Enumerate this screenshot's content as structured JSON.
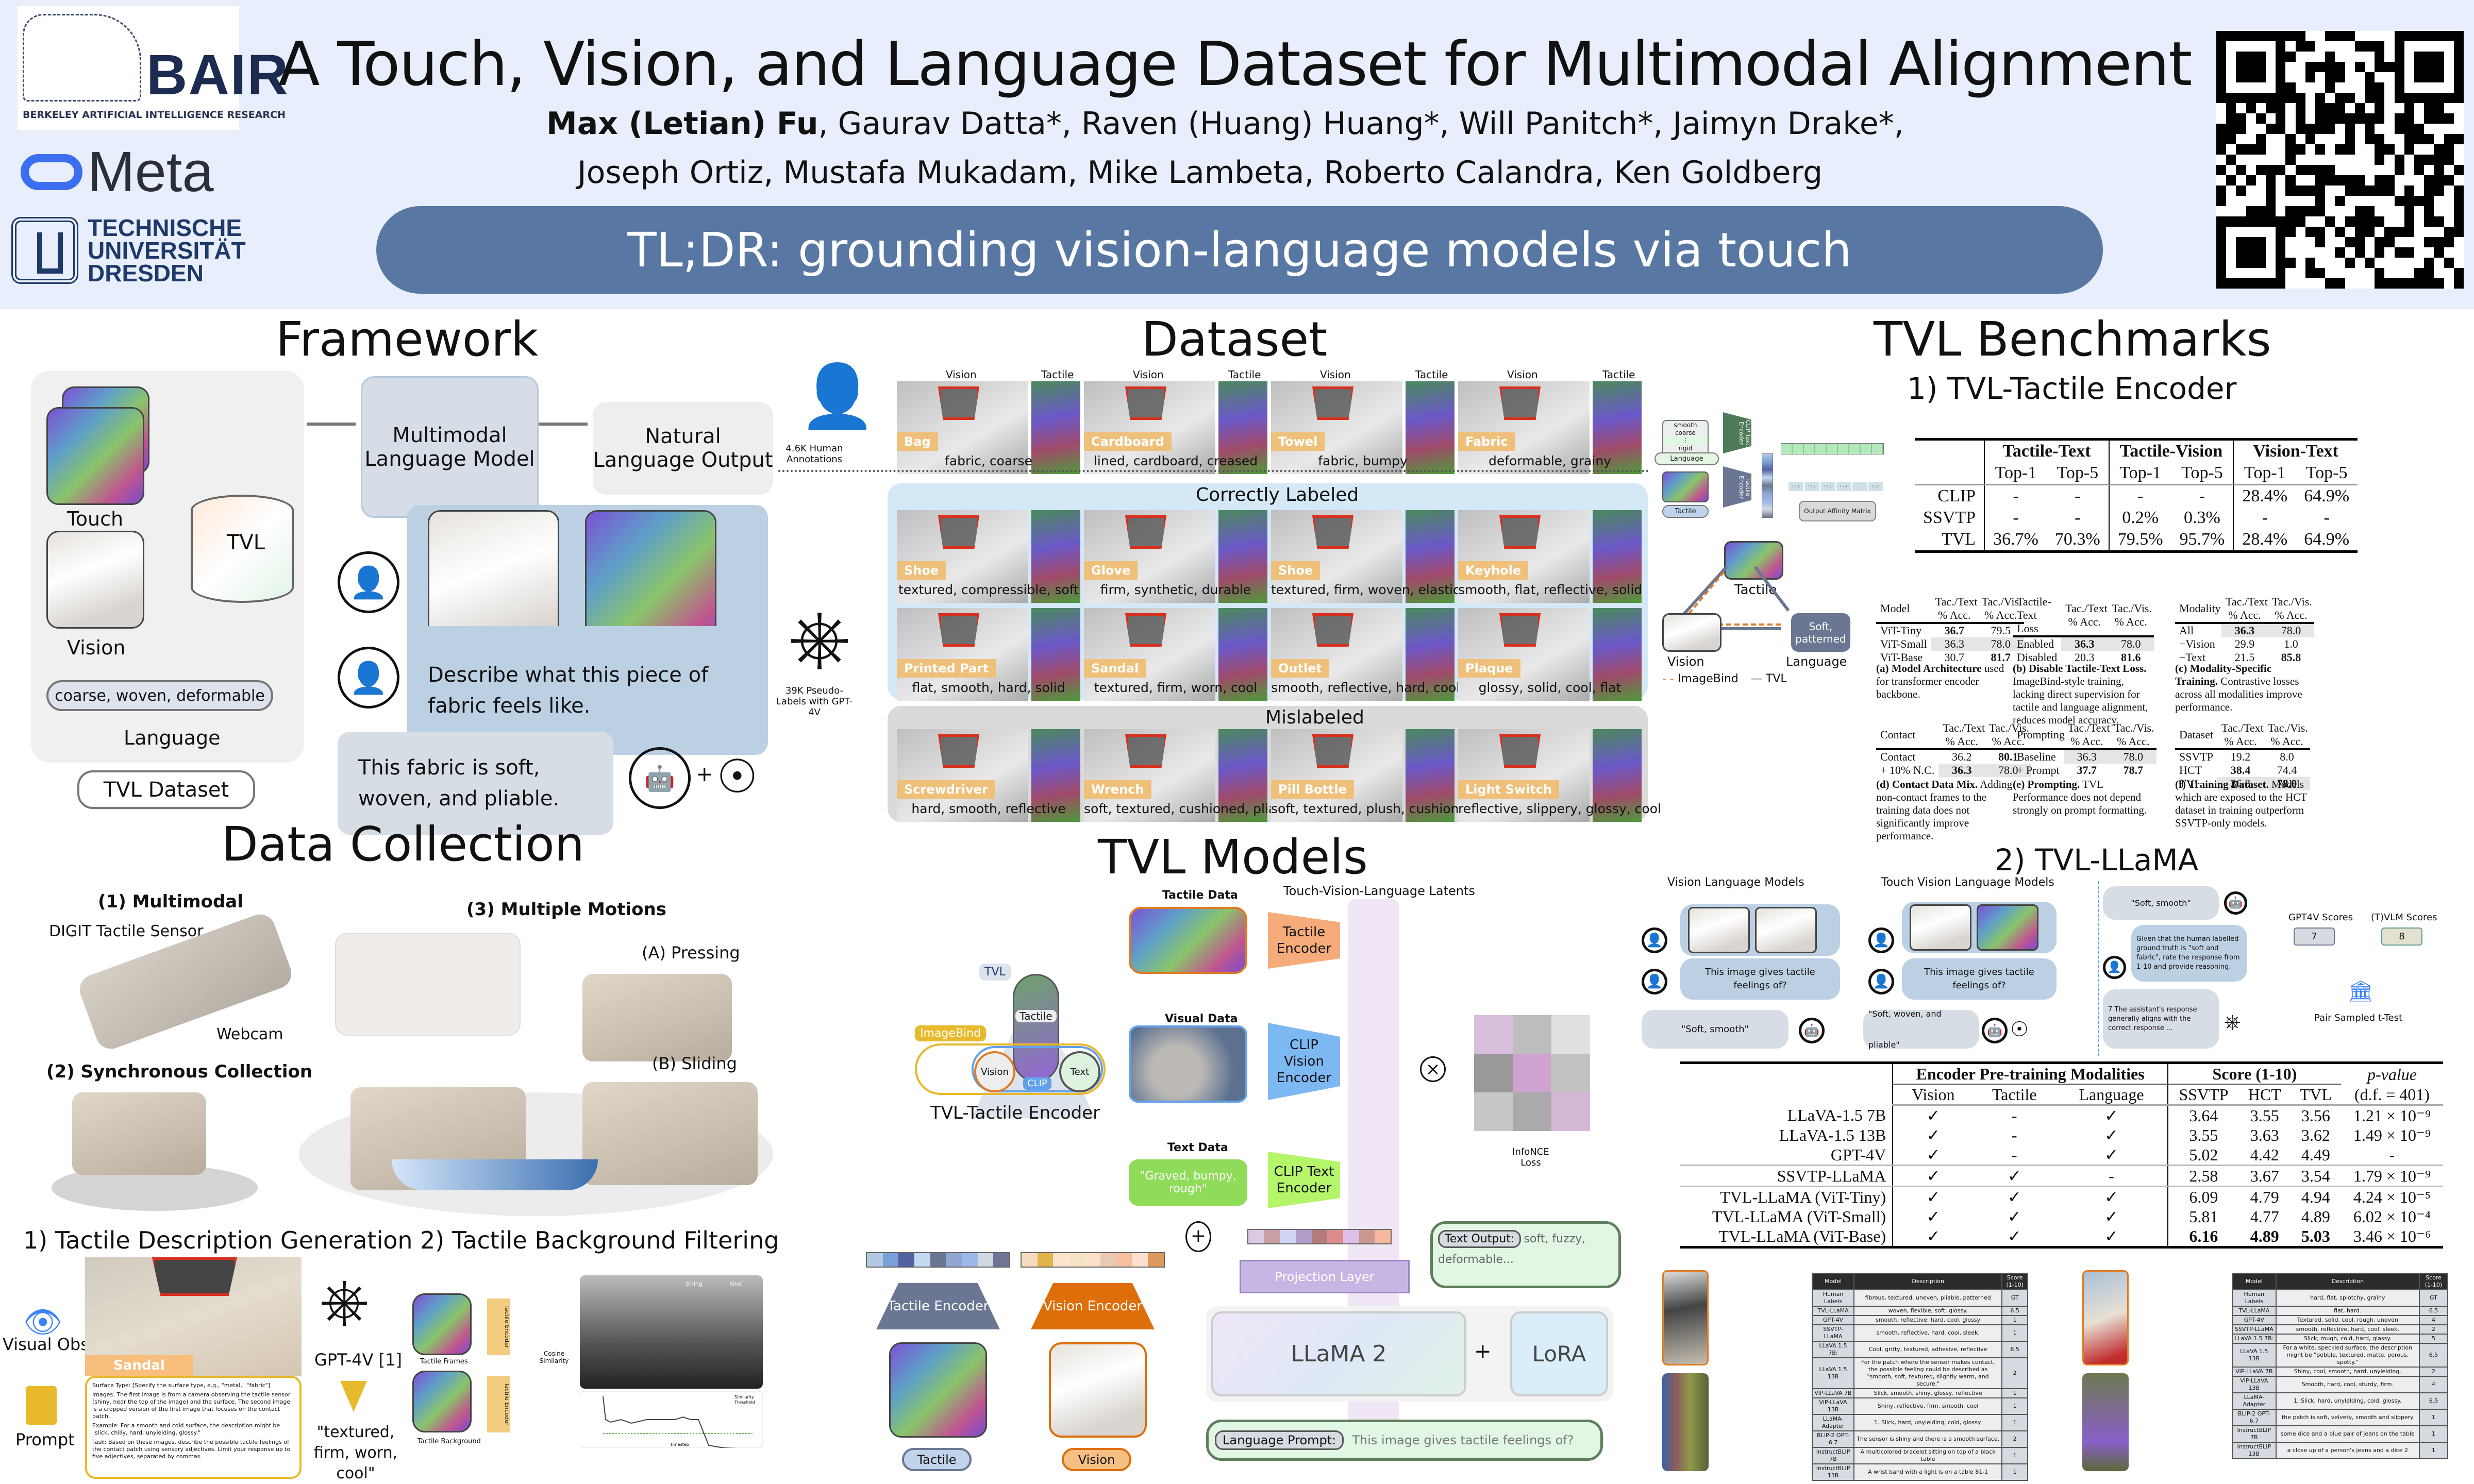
{
  "header": {
    "logos": {
      "bair": "BAIR",
      "bair_sub": "BERKELEY ARTIFICIAL INTELLIGENCE RESEARCH",
      "meta": "Meta",
      "tud": [
        "TECHNISCHE",
        "UNIVERSITÄT",
        "DRESDEN"
      ]
    },
    "title": "A Touch, Vision, and Language Dataset for Multimodal Alignment",
    "first_author": "Max (Letian) Fu",
    "authors_line1_rest": ", Gaurav Datta*, Raven (Huang) Huang*, Will Panitch*, Jaimyn Drake*,",
    "authors_line2": "Joseph Ortiz, Mustafa Mukadam, Mike Lambeta, Roberto Calandra, Ken Goldberg",
    "tldr": "TL;DR: grounding vision-language models via touch"
  },
  "framework": {
    "title": "Framework",
    "touch": "Touch",
    "vision": "Vision",
    "language": "Language",
    "language_tags": "coarse, woven, deformable",
    "db_label": "TVL",
    "dataset_button": "TVL Dataset",
    "mlm": "Multimodal Language Model",
    "output": "Natural Language Output",
    "user_prompt": "Describe what this piece of fabric feels like.",
    "model_reply": "This fabric is soft, woven, and pliable.",
    "plus": "+"
  },
  "collection": {
    "title": "Data Collection",
    "multimodal": "(1) Multimodal",
    "digit": "DIGIT Tactile Sensor",
    "webcam": "Webcam",
    "synchronous": "(2) Synchronous Collection",
    "motions": "(3) Multiple Motions",
    "pressing": "(A) Pressing",
    "sliding": "(B) Sliding",
    "gen_title": "1) Tactile Description Generation",
    "filter_title": "2) Tactile Background Filtering",
    "visual_obs": "Visual Obs",
    "prompt_label": "Prompt",
    "sandal": "Sandal",
    "gpt_label": "GPT-4V [1]",
    "gpt_output": "\"textured, firm, worn, cool\"",
    "prompt_text": [
      "Surface Type: [Specify the surface type, e.g., \"metal,\" \"fabric\"]",
      "Images: The first image is from a camera observing the tactile sensor (shiny, near the top of the image) and the surface. The second image is a cropped version of the first image that focuses on the contact patch.",
      "Example: For a smooth and cold surface, the description might be \"slick, chilly, hard, unyielding, glossy.\"",
      "Task: Based on these images, describe the possible tactile feelings of the contact patch using sensory adjectives. Limit your response up to five adjectives, separated by commas."
    ],
    "tactile_frames": "Tactile Frames",
    "tactile_background": "Tactile Background",
    "tactile_encoder": "Tactile Encoder",
    "cosine": "Cosine Similarity",
    "string": "String",
    "knot": "Knot",
    "plot_legend": [
      "Similarity",
      "Threshold"
    ],
    "plot_xlabel": "Timestep",
    "plot_ylabel": "Similarity"
  },
  "dataset": {
    "title": "Dataset",
    "human": "4.6K Human Annotations",
    "pseudo": "39K Pseudo-Labels with GPT-4V",
    "vision": "Vision",
    "tactile": "Tactile",
    "human_items": [
      {
        "obj": "Bag",
        "caption": "fabric, coarse"
      },
      {
        "obj": "Cardboard",
        "caption": "lined, cardboard, creased"
      },
      {
        "obj": "Towel",
        "caption": "fabric, bumpy"
      },
      {
        "obj": "Fabric",
        "caption": "deformable, grainy"
      }
    ],
    "correct_title": "Correctly Labeled",
    "correct_items": [
      {
        "obj": "Shoe",
        "caption": "textured, compressible, soft"
      },
      {
        "obj": "Glove",
        "caption": "firm, synthetic, durable"
      },
      {
        "obj": "Shoe",
        "caption": "textured, firm, woven, elastic, ridged"
      },
      {
        "obj": "Keyhole",
        "caption": "smooth, flat, reflective, solid"
      },
      {
        "obj": "Printed Part",
        "caption": "flat, smooth, hard, solid"
      },
      {
        "obj": "Sandal",
        "caption": "textured, firm, worn, cool"
      },
      {
        "obj": "Outlet",
        "caption": "smooth, reflective, hard, cool"
      },
      {
        "obj": "Plaque",
        "caption": "glossy, solid, cool, flat"
      }
    ],
    "mis_title": "Mislabeled",
    "mis_items": [
      {
        "obj": "Screwdriver",
        "caption": "hard, smooth, reflective"
      },
      {
        "obj": "Wrench",
        "caption": "soft, textured, cushioned, pliable"
      },
      {
        "obj": "Pill Bottle",
        "caption": "soft, textured, plush, cushioned"
      },
      {
        "obj": "Light Switch",
        "caption": "reflective, slippery, glossy, cool"
      }
    ]
  },
  "models": {
    "title": "TVL Models",
    "latents": "Touch-Vision-Language Latents",
    "tactile_data": "Tactile Data",
    "visual_data": "Visual Data",
    "text_data": "Text Data",
    "text_sample": "\"Graved, bumpy, rough\"",
    "tactile_encoder": "Tactile Encoder",
    "clip_vision": "CLIP Vision Encoder",
    "clip_text": "CLIP Text Encoder",
    "infonce": "InfoNCE Loss",
    "tvl_tag": "TVL",
    "imagebind_tag": "ImageBind",
    "clip_tag": "CLIP",
    "node_tactile": "Tactile",
    "node_vision": "Vision",
    "node_text": "Text",
    "enc_caption": "TVL-Tactile Encoder",
    "llm_tactile_enc": "Tactile Encoder",
    "llm_vision_enc": "Vision Encoder",
    "projection": "Projection Layer",
    "llama": "LLaMA 2",
    "lora": "LoRA",
    "text_output_label": "Text Output:",
    "text_output_value": "soft, fuzzy, deformable...",
    "prompt_label": "Language Prompt:",
    "prompt_value": "This image gives tactile feelings of?",
    "input_tactile": "Tactile",
    "input_vision": "Vision"
  },
  "benchmarks": {
    "title": "TVL Benchmarks",
    "sub1": "1) TVL-Tactile Encoder",
    "diagram": {
      "words": [
        "smooth",
        "coarse",
        "rigid"
      ],
      "clip_text": "CLIP Text Encoder",
      "tactile_enc": "Tactile Encoder",
      "language": "Language",
      "tactile": "Tactile",
      "affinity": "Output Affinity Matrix",
      "tl_cells": [
        "T·L1",
        "T·L2",
        "T·L3",
        "T·L4",
        "...",
        "T·Ln"
      ],
      "tri_tactile": "Tactile",
      "tri_vision": "Vision",
      "tri_language": "Language",
      "tri_text": "Soft, patterned",
      "legend_imagebind": "ImageBind",
      "legend_tvl": "TVL"
    },
    "main_table": {
      "groups": [
        "Tactile-Text",
        "Tactile-Vision",
        "Vision-Text"
      ],
      "subcols": [
        "Top-1",
        "Top-5"
      ],
      "rows": [
        {
          "name": "CLIP",
          "vals": [
            "-",
            "-",
            "-",
            "-",
            "28.4%",
            "64.9%"
          ]
        },
        {
          "name": "SSVTP",
          "vals": [
            "-",
            "-",
            "0.2%",
            "0.3%",
            "-",
            "-"
          ]
        },
        {
          "name": "TVL",
          "vals": [
            "36.7%",
            "70.3%",
            "79.5%",
            "95.7%",
            "28.4%",
            "64.9%"
          ]
        }
      ]
    },
    "ablations": [
      {
        "h": [
          "Model",
          "Tac./Text % Acc.",
          "Tac./Vis. % Acc."
        ],
        "rows": [
          [
            "ViT-Tiny",
            "36.7",
            "79.5"
          ],
          [
            "ViT-Small",
            "36.3",
            "78.0"
          ],
          [
            "ViT-Base",
            "30.7",
            "81.7"
          ]
        ],
        "bold": [
          [
            0,
            1
          ],
          [
            2,
            2
          ]
        ],
        "hl": 1,
        "cap_b": "(a) Model Architecture",
        "cap": " used for transformer encoder backbone."
      },
      {
        "h": [
          "Tactile-Text Loss",
          "Tac./Text % Acc.",
          "Tac./Vis. % Acc."
        ],
        "rows": [
          [
            "Enabled",
            "36.3",
            "78.0"
          ],
          [
            "Disabled",
            "20.3",
            "81.6"
          ]
        ],
        "bold": [
          [
            0,
            1
          ],
          [
            1,
            2
          ]
        ],
        "hl": 0,
        "cap_b": "(b) Disable Tactile-Text Loss.",
        "cap": " ImageBind-style training, lacking direct supervision for tactile and language alignment, reduces model accuracy."
      },
      {
        "h": [
          "Modality",
          "Tac./Text % Acc.",
          "Tac./Vis. % Acc."
        ],
        "rows": [
          [
            "All",
            "36.3",
            "78.0"
          ],
          [
            "−Vision",
            "29.9",
            "1.0"
          ],
          [
            "−Text",
            "21.5",
            "85.8"
          ]
        ],
        "bold": [
          [
            0,
            1
          ],
          [
            2,
            2
          ]
        ],
        "hl": 0,
        "cap_b": "(c) Modality-Specific Training.",
        "cap": " Contrastive losses across all modalities improve performance."
      },
      {
        "h": [
          "Contact",
          "Tac./Text % Acc.",
          "Tac./Vis. % Acc."
        ],
        "rows": [
          [
            "Contact",
            "36.2",
            "80.1"
          ],
          [
            "+ 10% N.C.",
            "36.3",
            "78.0"
          ]
        ],
        "bold": [
          [
            0,
            2
          ],
          [
            1,
            1
          ]
        ],
        "hl": 1,
        "cap_b": "(d) Contact Data Mix.",
        "cap": " Adding non-contact frames to the training data does not significantly improve performance."
      },
      {
        "h": [
          "Prompting",
          "Tac./Text % Acc.",
          "Tac./Vis. % Acc."
        ],
        "rows": [
          [
            "Baseline",
            "36.3",
            "78.0"
          ],
          [
            "+ Prompt",
            "37.7",
            "78.7"
          ]
        ],
        "bold": [
          [
            1,
            1
          ],
          [
            1,
            2
          ]
        ],
        "hl": 0,
        "cap_b": "(e) Prompting.",
        "cap": " TVL Performance does not depend strongly on prompt formatting."
      },
      {
        "h": [
          "Dataset",
          "Tac./Text % Acc.",
          "Tac./Vis. % Acc."
        ],
        "rows": [
          [
            "SSVTP",
            "19.2",
            "8.0"
          ],
          [
            "HCT",
            "38.4",
            "74.4"
          ],
          [
            "TVL",
            "36.3",
            "78.0"
          ]
        ],
        "bold": [
          [
            1,
            1
          ],
          [
            2,
            2
          ]
        ],
        "hl": 2,
        "cap_b": "(f) Training Dataset.",
        "cap": " Models which are exposed to the HCT dataset in training outperform SSVTP-only models."
      }
    ],
    "sub2": "2) TVL-LLaMA",
    "llama_panel": {
      "vlm": "Vision Language Models",
      "tvlm": "Touch Vision Language Models",
      "q": "This image gives tactile feelings of?",
      "a_vlm": "\"Soft, smooth\"",
      "a_tvlm": "\"Soft, woven, and pliable\"",
      "judge_a": "\"Soft, smooth\"",
      "judge_q": "Given that the human labelled ground truth is \"soft and fabric\", rate the response from 1-10 and provide reasoning.",
      "judge_r": "7 The assistant's response generally aligns with the correct response ...",
      "gpt_scores": "GPT4V Scores",
      "vlm_scores": "(T)VLM Scores",
      "gpt_val": "7",
      "vlm_val": "8",
      "ttest": "Pair Sampled t-Test"
    },
    "llama_table": {
      "enc_group": "Encoder Pre-training Modalities",
      "enc_cols": [
        "Vision",
        "Tactile",
        "Language"
      ],
      "score_group": "Score (1-10)",
      "score_cols": [
        "SSVTP",
        "HCT",
        "TVL"
      ],
      "p_head": "p-value",
      "p_sub": "(d.f. = 401)",
      "groups": [
        [
          {
            "name": "LLaVA-1.5 7B",
            "m": [
              "✓",
              "-",
              "✓"
            ],
            "s": [
              "3.64",
              "3.55",
              "3.56"
            ],
            "p": "1.21 × 10⁻⁹"
          },
          {
            "name": "LLaVA-1.5 13B",
            "m": [
              "✓",
              "-",
              "✓"
            ],
            "s": [
              "3.55",
              "3.63",
              "3.62"
            ],
            "p": "1.49 × 10⁻⁹"
          },
          {
            "name": "GPT-4V",
            "m": [
              "✓",
              "-",
              "✓"
            ],
            "s": [
              "5.02",
              "4.42",
              "4.49"
            ],
            "p": "-"
          }
        ],
        [
          {
            "name": "SSVTP-LLaMA",
            "m": [
              "✓",
              "✓",
              "-"
            ],
            "s": [
              "2.58",
              "3.67",
              "3.54"
            ],
            "p": "1.79 × 10⁻⁹"
          }
        ],
        [
          {
            "name": "TVL-LLaMA (ViT-Tiny)",
            "m": [
              "✓",
              "✓",
              "✓"
            ],
            "s": [
              "6.09",
              "4.79",
              "4.94"
            ],
            "p": "4.24 × 10⁻⁵"
          },
          {
            "name": "TVL-LLaMA (ViT-Small)",
            "m": [
              "✓",
              "✓",
              "✓"
            ],
            "s": [
              "5.81",
              "4.77",
              "4.89"
            ],
            "p": "6.02 × 10⁻⁴"
          },
          {
            "name": "TVL-LLaMA (ViT-Base)",
            "m": [
              "✓",
              "✓",
              "✓"
            ],
            "s": [
              "6.16",
              "4.89",
              "5.03"
            ],
            "p": "3.46 × 10⁻⁶",
            "bold": true
          }
        ]
      ]
    },
    "qual_tables": [
      {
        "head": [
          "Model",
          "Description",
          "Score (1-10)"
        ],
        "rows": [
          [
            "Human Labels",
            "fibrous, textured, uneven, pliable, patterned",
            "GT"
          ],
          [
            "TVL-LLaMA",
            "woven, flexible, soft, glossy.",
            "6.5"
          ],
          [
            "GPT-4V",
            "smooth, reflective, hard, cool, glossy",
            "1"
          ],
          [
            "SSVTP-LLaMA",
            "smooth, reflective, hard, cool, sleek.",
            "1"
          ],
          [
            "LLaVA 1.5 7B:",
            "Cool, gritty, textured, adhesive, reflective",
            "6.5"
          ],
          [
            "LLaVA 1.5 13B",
            "For the patch where the sensor makes contact, the possible feeling could be described as \"smooth, soft, textured, slightly warm, and secure.\"",
            "2"
          ],
          [
            "ViP-LLaVA 7B",
            "Slick, smooth, shiny, glossy, reflective",
            "1"
          ],
          [
            "ViP-LLaVA 13B",
            "Shiny, reflective, firm, smooth, cool",
            "1"
          ],
          [
            "LLaMA-Adapter",
            "1. Slick, hard, unyielding, cold, glossy.",
            "1"
          ],
          [
            "BLIP-2 OPT-6.7",
            "The sensor is shiny and there is a smooth surface.",
            "2"
          ],
          [
            "InstructBLIP 7B",
            "A multicolored bracelet sitting on top of a black table",
            "1"
          ],
          [
            "InstructBLIP 13B",
            "A wrist band with a light is on a table 81-1",
            "1"
          ]
        ]
      },
      {
        "head": [
          "Model",
          "Description",
          "Score (1-10)"
        ],
        "rows": [
          [
            "Human Labels",
            "hard, flat, splotchy, grainy",
            "GT"
          ],
          [
            "TVL-LLaMA",
            "flat, hard.",
            "6.5"
          ],
          [
            "GPT-4V",
            "Textured, solid, cool, rough, uneven",
            "4"
          ],
          [
            "SSVTP-LLaMA",
            "smooth, reflective, hard, cool, sleek.",
            "2"
          ],
          [
            "LLaVA 1.5 7B:",
            "Slick, rough, cold, hard, glassy.",
            "5"
          ],
          [
            "LLaVA 1.5 13B",
            "For a white, speckled surface, the description might be \"pebble, textured, matte, porous, spotty.\"",
            "6.5"
          ],
          [
            "ViP-LLaVA 7B",
            "Shiny, cool, smooth, hard, unyielding.",
            "2"
          ],
          [
            "ViP-LLaVA 13B",
            "Smooth, hard, cool, sturdy, firm.",
            "4"
          ],
          [
            "LLaMA-Adapter",
            "1. Slick, hard, unyielding, cold, glossy.",
            "6.5"
          ],
          [
            "BLIP-2 OPT-6.7",
            "the patch is soft, velvety, smooth and slippery",
            "1"
          ],
          [
            "InstructBLIP 7B",
            "some dice and a blue pair of jeans on the table",
            "1"
          ],
          [
            "InstructBLIP 13B",
            "a close up of a person's jeans and a dice 2",
            "1"
          ]
        ]
      }
    ]
  }
}
